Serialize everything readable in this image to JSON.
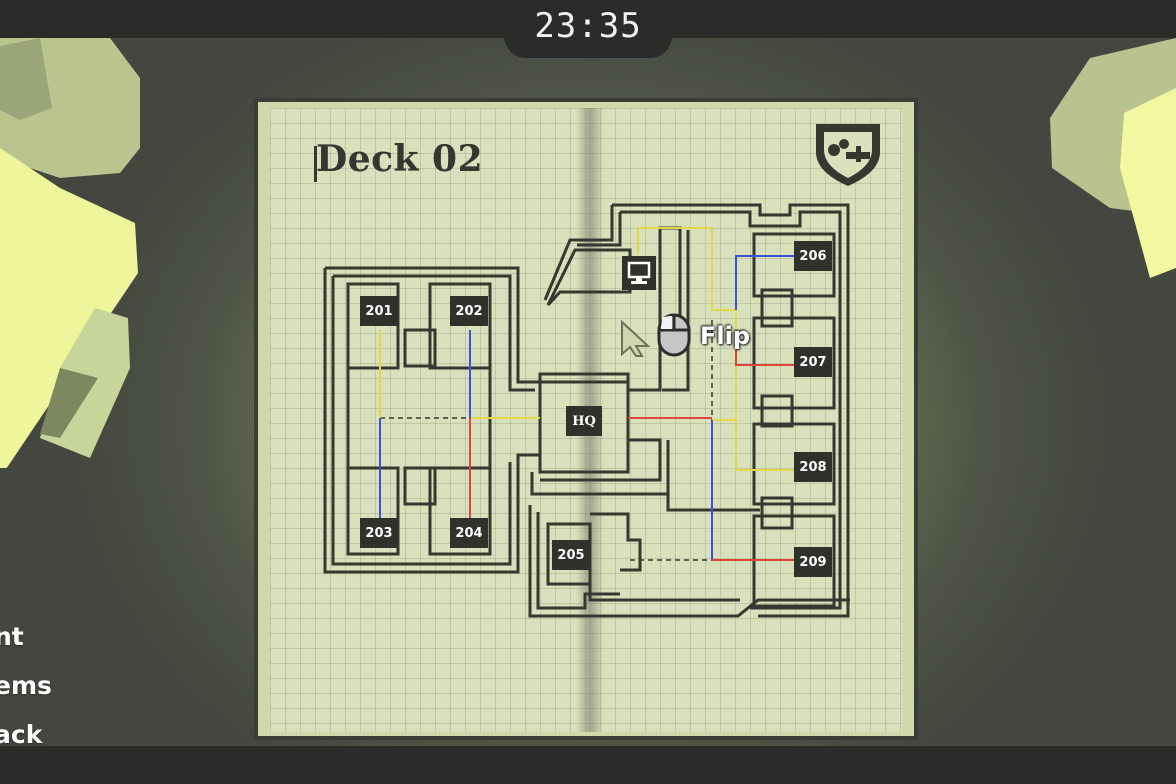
{
  "hud": {
    "timer": "23:35"
  },
  "side_menu": {
    "items": [
      "nt",
      "ems",
      "ack"
    ]
  },
  "map": {
    "title": "Deck 02",
    "rooms": [
      {
        "id": "201",
        "label": "201"
      },
      {
        "id": "202",
        "label": "202"
      },
      {
        "id": "203",
        "label": "203"
      },
      {
        "id": "204",
        "label": "204"
      },
      {
        "id": "205",
        "label": "205"
      },
      {
        "id": "206",
        "label": "206"
      },
      {
        "id": "207",
        "label": "207"
      },
      {
        "id": "208",
        "label": "208"
      },
      {
        "id": "209",
        "label": "209"
      },
      {
        "id": "hq",
        "label": "HQ"
      }
    ],
    "icons": [
      "computer-terminal-icon",
      "emblem-icon"
    ],
    "wire_colors": {
      "yellow": "#e3d84a",
      "blue": "#3a52d8",
      "red": "#e0423c"
    }
  },
  "prompt": {
    "action_label": "Flip",
    "input_icon": "mouse-icon",
    "cursor_icon": "arrow-cursor-icon"
  }
}
